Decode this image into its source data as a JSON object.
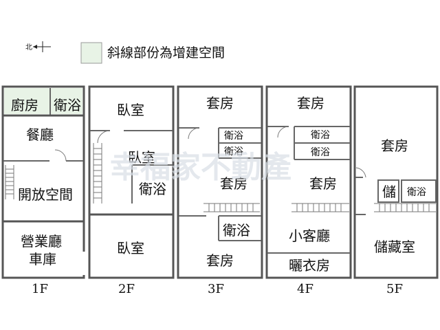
{
  "compass": {
    "north_char": "北"
  },
  "legend": {
    "text": "斜線部份為增建空間",
    "swatch_color": "#e8f3e6"
  },
  "watermark": "幸福家不動產",
  "floors": [
    {
      "label": "1F",
      "rooms": {
        "kitchen": "廚房",
        "bath": "衛浴",
        "dining": "餐廳",
        "open_space": "開放空間",
        "lobby": "營業廳",
        "garage": "車庫"
      }
    },
    {
      "label": "2F",
      "rooms": {
        "bedroom_top": "臥室",
        "bedroom_mid": "臥室",
        "bath": "衛浴",
        "bedroom_bottom": "臥室"
      }
    },
    {
      "label": "3F",
      "rooms": {
        "suite_top": "套房",
        "bath_1": "衛浴",
        "bath_2": "衛浴",
        "suite_mid": "套房",
        "bath_3": "衛浴",
        "suite_bottom": "套房"
      }
    },
    {
      "label": "4F",
      "rooms": {
        "suite_top": "套房",
        "bath_1": "衛浴",
        "bath_2": "衛浴",
        "suite_mid": "套房",
        "living": "小客廳",
        "laundry": "曬衣房"
      }
    },
    {
      "label": "5F",
      "rooms": {
        "suite": "套房",
        "storage_small": "儲",
        "bath": "衛浴",
        "storage_room": "儲藏室"
      }
    }
  ]
}
